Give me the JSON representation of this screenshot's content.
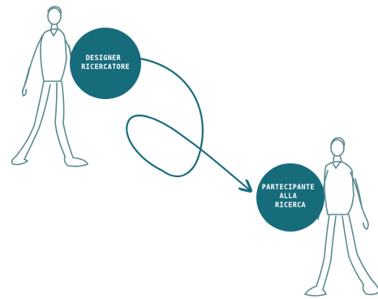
{
  "colors": {
    "circle_fill": "#176c7c",
    "arrow": "#176c7c",
    "figure_stroke": "#5a8a90",
    "label_text": "#ffffff",
    "background": "#ffffff"
  },
  "nodes": {
    "designer": {
      "label_lines": [
        "DESIGNER",
        "RICERCATORE"
      ]
    },
    "participant": {
      "label_lines": [
        "PARTECIPANTE",
        "ALLA",
        "RICERCA"
      ]
    }
  },
  "figures": [
    {
      "icon": "walking-man-figure-icon",
      "facing": "right"
    },
    {
      "icon": "walking-man-figure-icon",
      "facing": "left"
    }
  ]
}
